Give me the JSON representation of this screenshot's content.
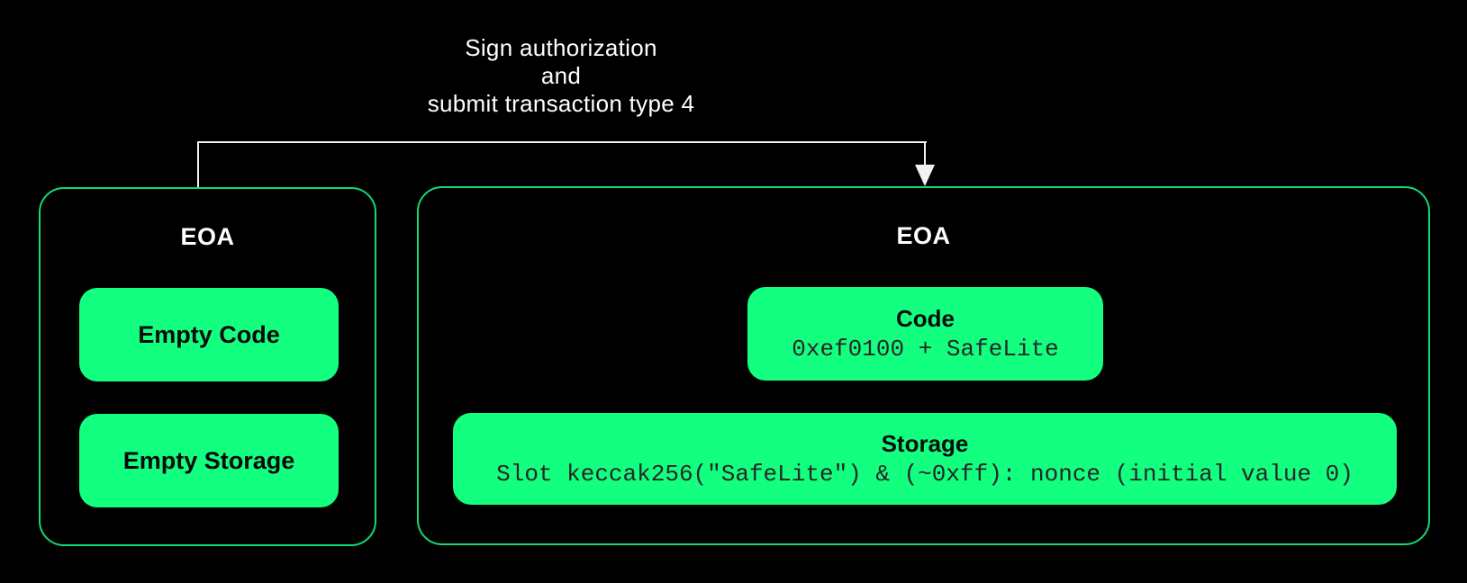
{
  "colors": {
    "background": "#000000",
    "green_fill": "#12FF80",
    "green_border": "#12d973",
    "arrow": "#f2f2f2",
    "title_text": "#ffffff",
    "box_text": "#0a0a0a",
    "mono_text": "#262626"
  },
  "annotation": {
    "line1": "Sign authorization",
    "line2": "and",
    "line3": "submit transaction type 4"
  },
  "left_panel": {
    "title": "EOA",
    "items": [
      {
        "label": "Empty Code"
      },
      {
        "label": "Empty Storage"
      }
    ]
  },
  "right_panel": {
    "title": "EOA",
    "code_box": {
      "title": "Code",
      "value": "0xef0100 + SafeLite"
    },
    "storage_box": {
      "title": "Storage",
      "value": "Slot keccak256(\"SafeLite\") & (~0xff): nonce (initial value 0)"
    }
  }
}
